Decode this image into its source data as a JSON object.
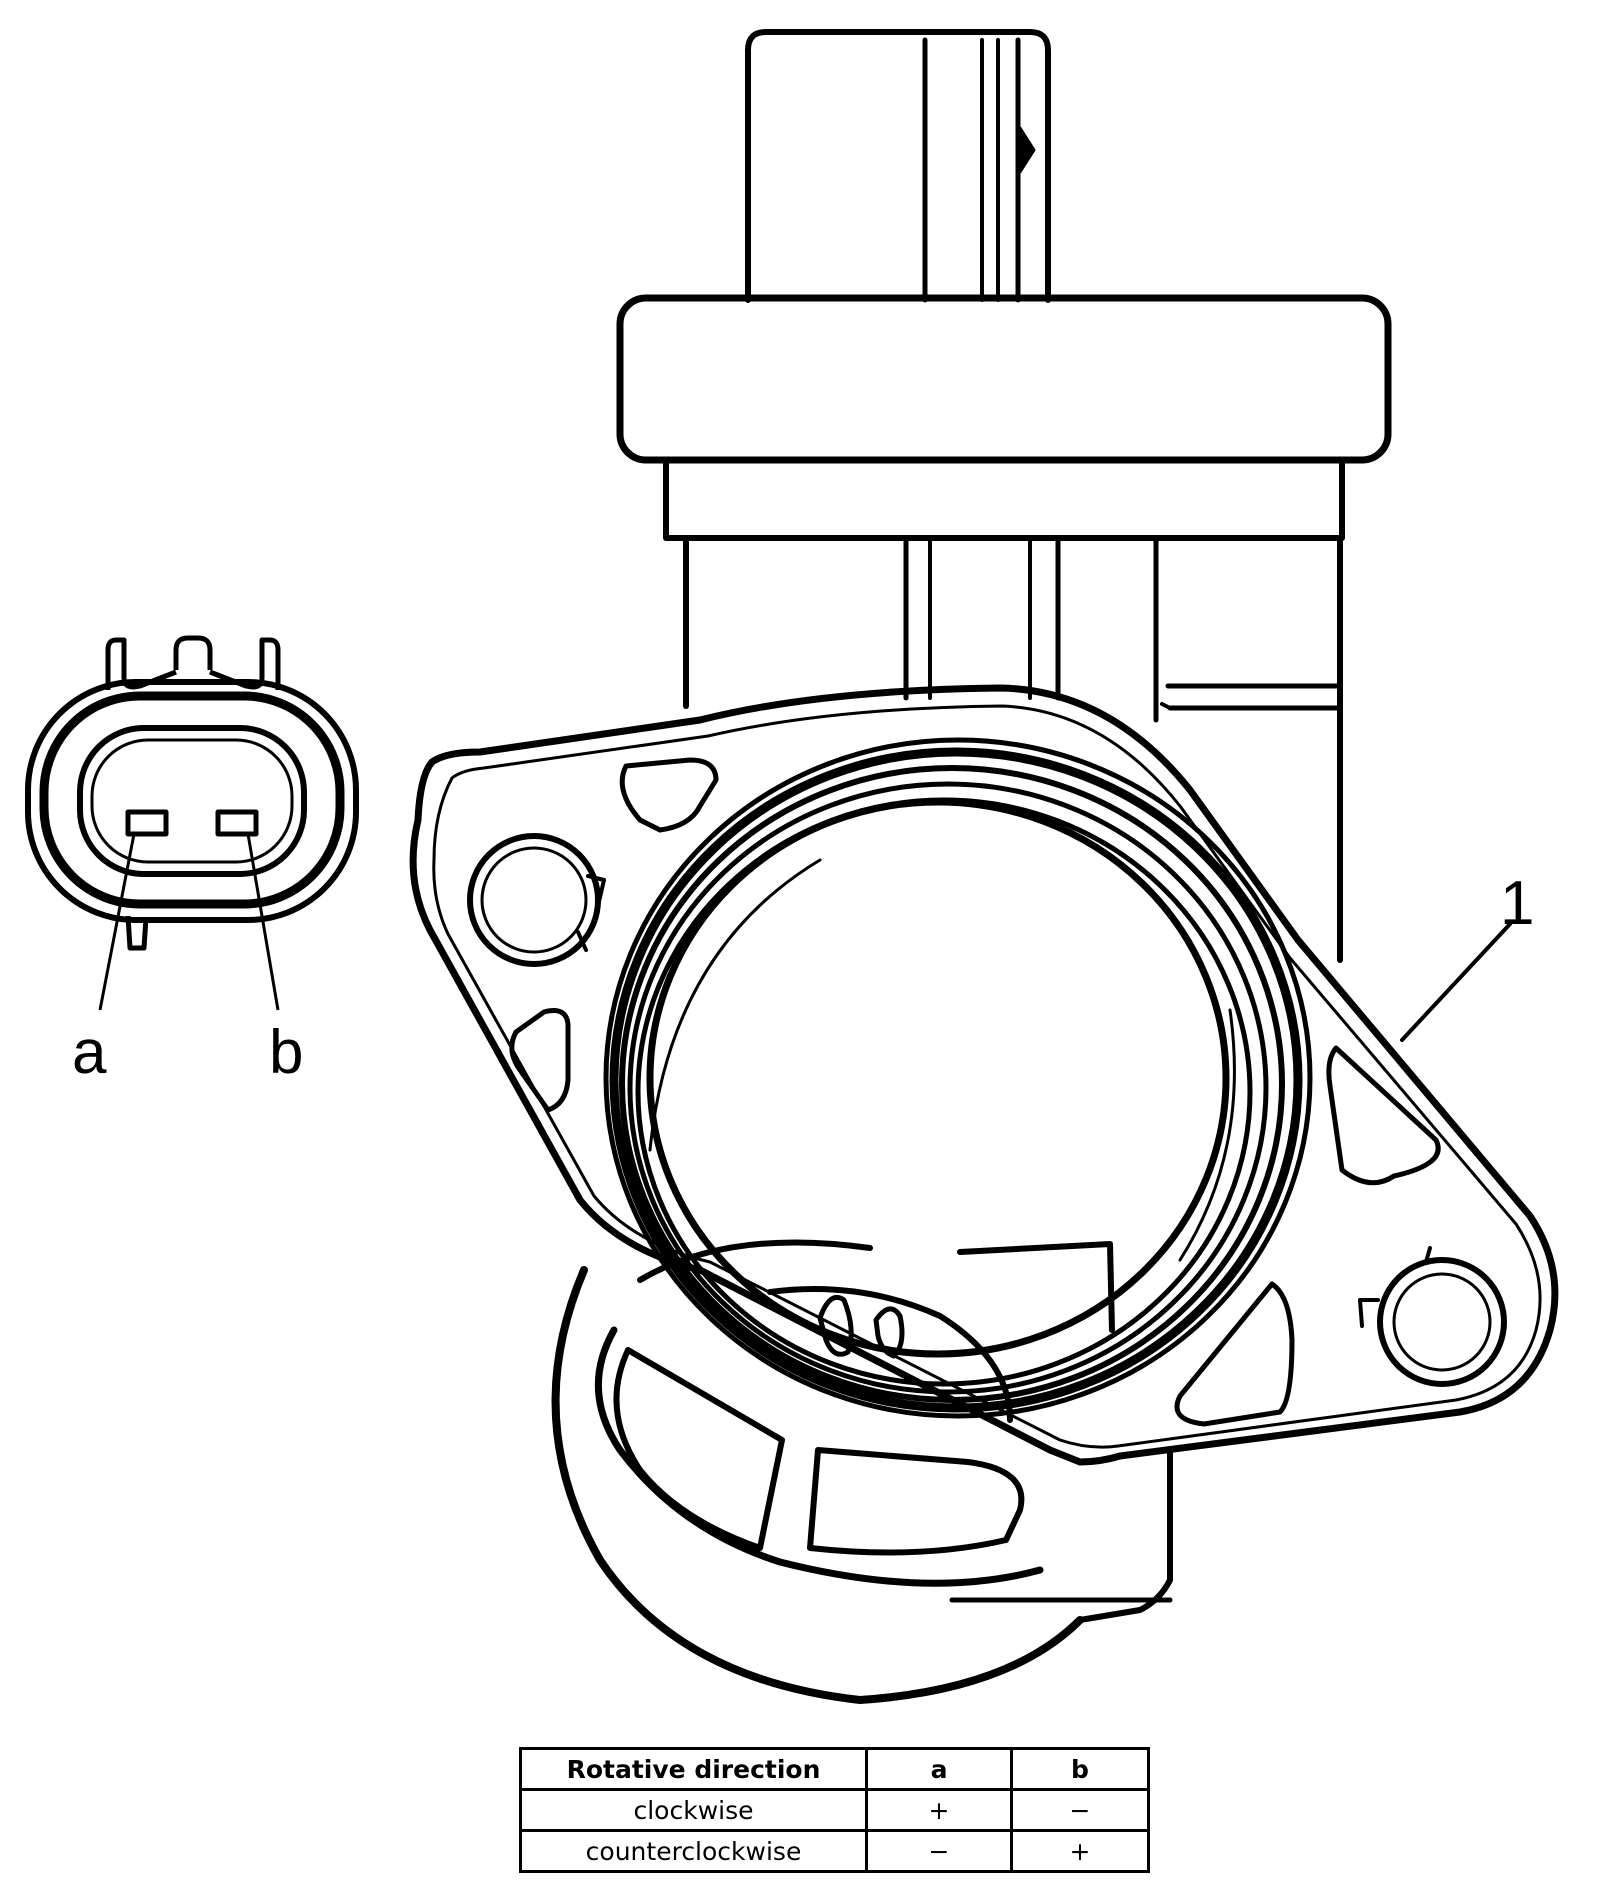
{
  "callouts": {
    "terminal_a": "a",
    "terminal_b": "b",
    "component_1": "1"
  },
  "table": {
    "headers": [
      "Rotative direction",
      "a",
      "b"
    ],
    "rows": [
      [
        "clockwise",
        "+",
        "−"
      ],
      [
        "counterclockwise",
        "−",
        "+"
      ]
    ]
  },
  "colors": {
    "line": "#000000",
    "background": "#ffffff"
  }
}
